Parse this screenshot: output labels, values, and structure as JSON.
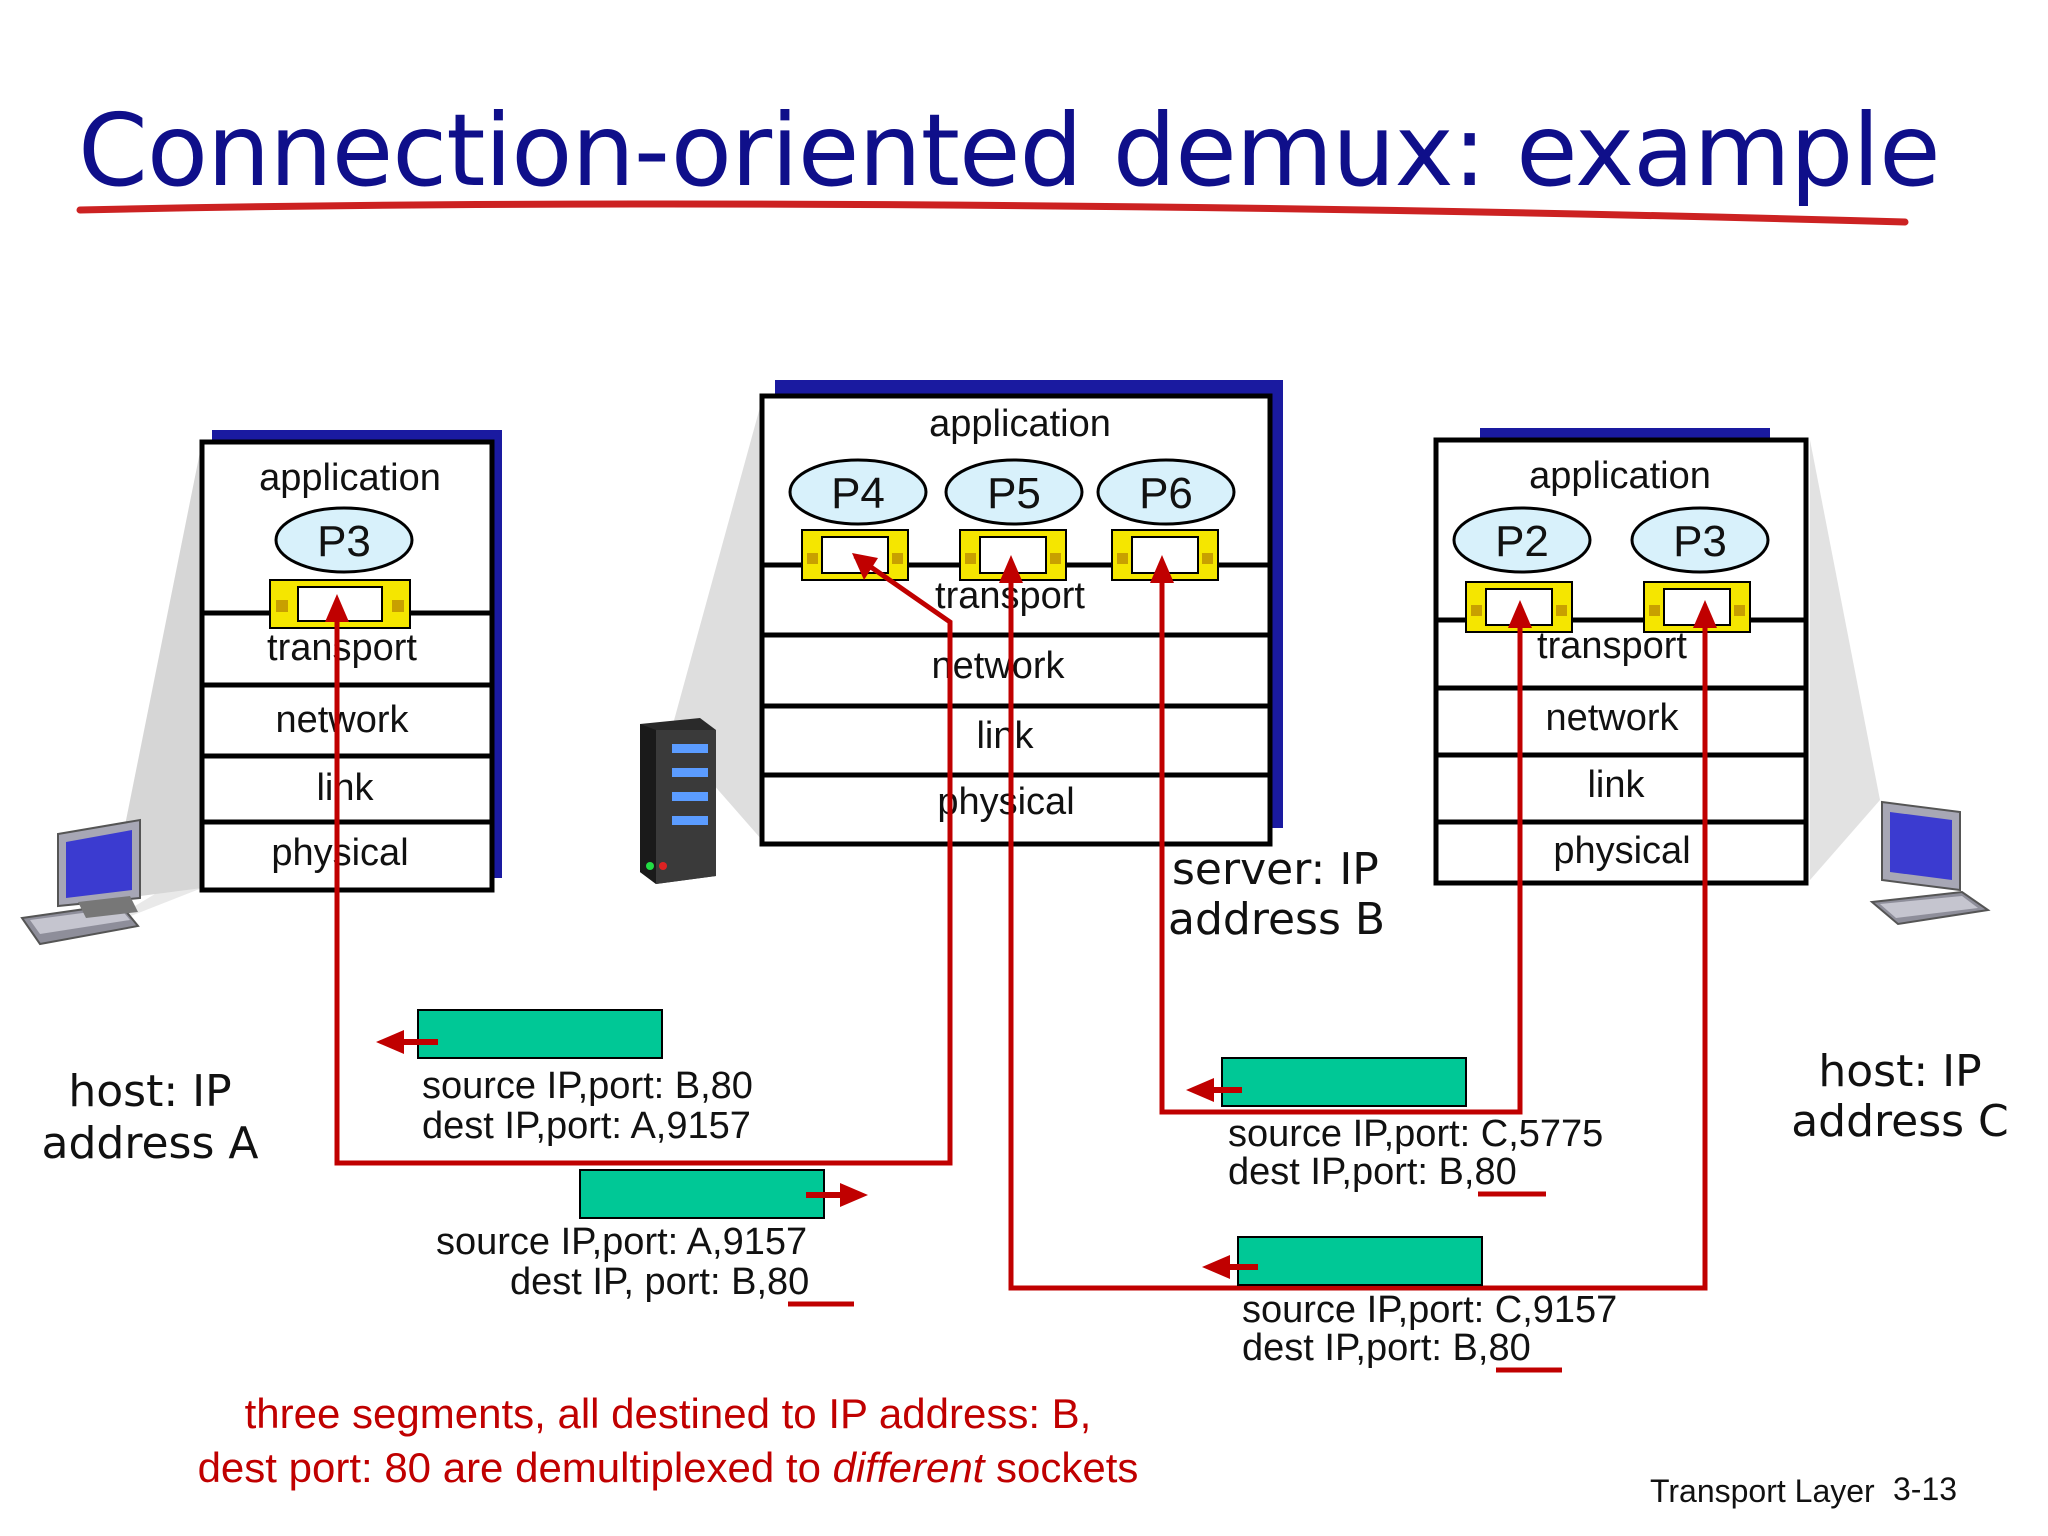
{
  "title": "Connection-oriented demux: example",
  "colors": {
    "title": "#0f0f8a",
    "underline": "#cc2222",
    "arrow": "#c00000",
    "segment": "#00c896",
    "socket": "#f5e600",
    "process": "#d8f1fb",
    "box_shadow": "#1a1aa0"
  },
  "host_a": {
    "layers": {
      "application": "application",
      "transport": "transport",
      "network": "network",
      "link": "link",
      "physical": "physical"
    },
    "process": "P3",
    "label_line1": "host: IP",
    "label_line2": "address A"
  },
  "server": {
    "layers": {
      "application": "application",
      "transport": "transport",
      "network": "network",
      "link": "link",
      "physical": "physical"
    },
    "processes": [
      "P4",
      "P5",
      "P6"
    ],
    "label_line1": "server: IP",
    "label_line2": "address B"
  },
  "host_c": {
    "layers": {
      "application": "application",
      "transport": "transport",
      "network": "network",
      "link": "link",
      "physical": "physical"
    },
    "processes": [
      "P2",
      "P3"
    ],
    "label_line1": "host: IP",
    "label_line2": "address C"
  },
  "segments": [
    {
      "line1": "source IP,port: B,80",
      "line2": "dest IP,port: A,9157"
    },
    {
      "line1": "source IP,port: A,9157",
      "line2_prefix": "dest IP, port: B,",
      "line2_port": "80"
    },
    {
      "line1": "source IP,port: C,5775",
      "line2_prefix": "dest IP,port: B,",
      "line2_port": "80"
    },
    {
      "line1": "source IP,port: C,9157",
      "line2_prefix": "dest IP,port: B,",
      "line2_port": "80"
    }
  ],
  "caption": {
    "line1": "three segments, all destined to IP address: B,",
    "line2_prefix": "dest port: 80 are demultiplexed to ",
    "line2_italic": "different",
    "line2_suffix": " sockets"
  },
  "footer": {
    "text": "Transport Layer",
    "page": "3-13"
  }
}
